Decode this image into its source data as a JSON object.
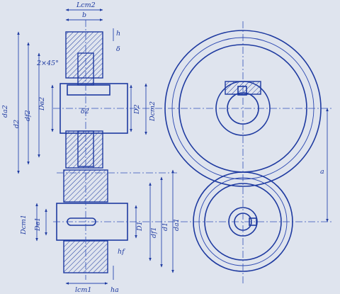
{
  "labels": {
    "l_cm2": "Lcm2",
    "b": "b",
    "h": "h",
    "delta": "δ",
    "chamfer": "2×45°",
    "d_a2": "da2",
    "d_2": "d2",
    "d_f2": "df2",
    "d_b2": "Dв2",
    "delta2": "δ2",
    "D2": "D2",
    "D_cm2": "Dcm2",
    "D_cm1": "Dcm1",
    "d_b1": "Dв1",
    "D1": "D1",
    "d_f1": "df1",
    "d_1": "d1",
    "d_a1": "da1",
    "h_f": "hf",
    "l_cm1": "lcm1",
    "h_a": "ha",
    "a": "a"
  },
  "colors": {
    "ink": "#1e3aa0",
    "paper": "#dfe4ee"
  }
}
